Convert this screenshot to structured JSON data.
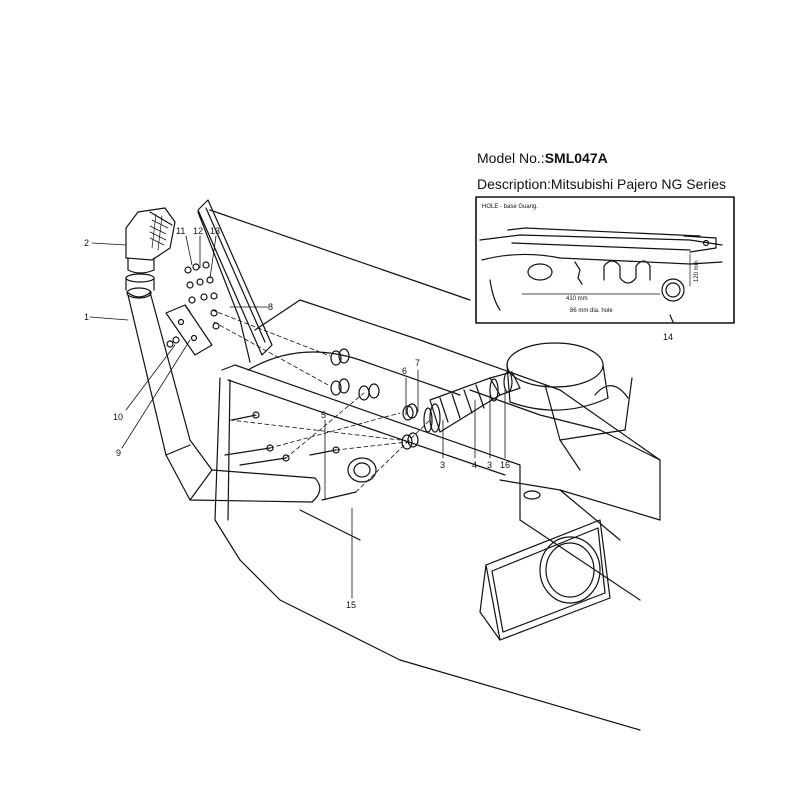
{
  "header": {
    "model_label": "Model No.:",
    "model_value": "SML047A",
    "description_label": "Description:",
    "description_value": "Mitsubishi Pajero NG Series"
  },
  "inset": {
    "title": "HOLE - base Guang.",
    "dim_horizontal": "410 mm",
    "dim_vertical": "120 mm",
    "hole_note": "86 mm dia. hole"
  },
  "callouts": {
    "c1": "1",
    "c2": "2",
    "c3a": "3",
    "c3b": "3",
    "c4": "4",
    "c5": "5",
    "c6": "6",
    "c7": "7",
    "c8": "8",
    "c9": "9",
    "c10": "10",
    "c11": "11",
    "c12": "12",
    "c13": "13",
    "c14": "14",
    "c15": "15",
    "c16": "16"
  }
}
